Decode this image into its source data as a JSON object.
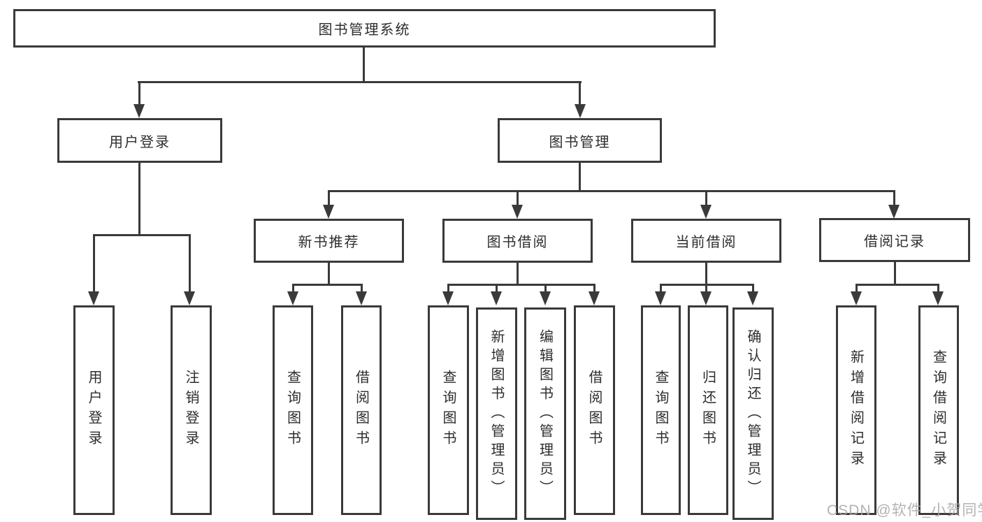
{
  "nodes": {
    "root": {
      "label": "图书管理系统"
    },
    "user_login": {
      "label": "用户登录"
    },
    "book_management": {
      "label": "图书管理"
    },
    "new_book_recommend": {
      "label": "新书推荐"
    },
    "book_borrowing": {
      "label": "图书借阅"
    },
    "current_borrowing": {
      "label": "当前借阅"
    },
    "borrowing_records": {
      "label": "借阅记录"
    },
    "leaf_user_login": {
      "label": "用户登录"
    },
    "leaf_logout": {
      "label": "注销登录"
    },
    "leaf_query_books_recommend": {
      "label": "查询图书"
    },
    "leaf_borrow_books_recommend": {
      "label": "借阅图书"
    },
    "leaf_query_books_borrowing": {
      "label": "查询图书"
    },
    "leaf_add_books_admin": {
      "label": "新增图书（管理员）"
    },
    "leaf_edit_books_admin": {
      "label": "编辑图书（管理员）"
    },
    "leaf_borrow_books_borrowing": {
      "label": "借阅图书"
    },
    "leaf_query_books_current": {
      "label": "查询图书"
    },
    "leaf_return_books": {
      "label": "归还图书"
    },
    "leaf_confirm_return_admin": {
      "label": "确认归还（管理员）"
    },
    "leaf_add_borrow_record": {
      "label": "新增借阅记录"
    },
    "leaf_query_borrow_record": {
      "label": "查询借阅记录"
    }
  },
  "watermark": {
    "text": "CSDN @软件_小贺同学"
  },
  "colors": {
    "line": "#3a3a3a",
    "text": "#2d2d2d",
    "background": "#ffffff",
    "watermark": "#a8a8a8"
  }
}
